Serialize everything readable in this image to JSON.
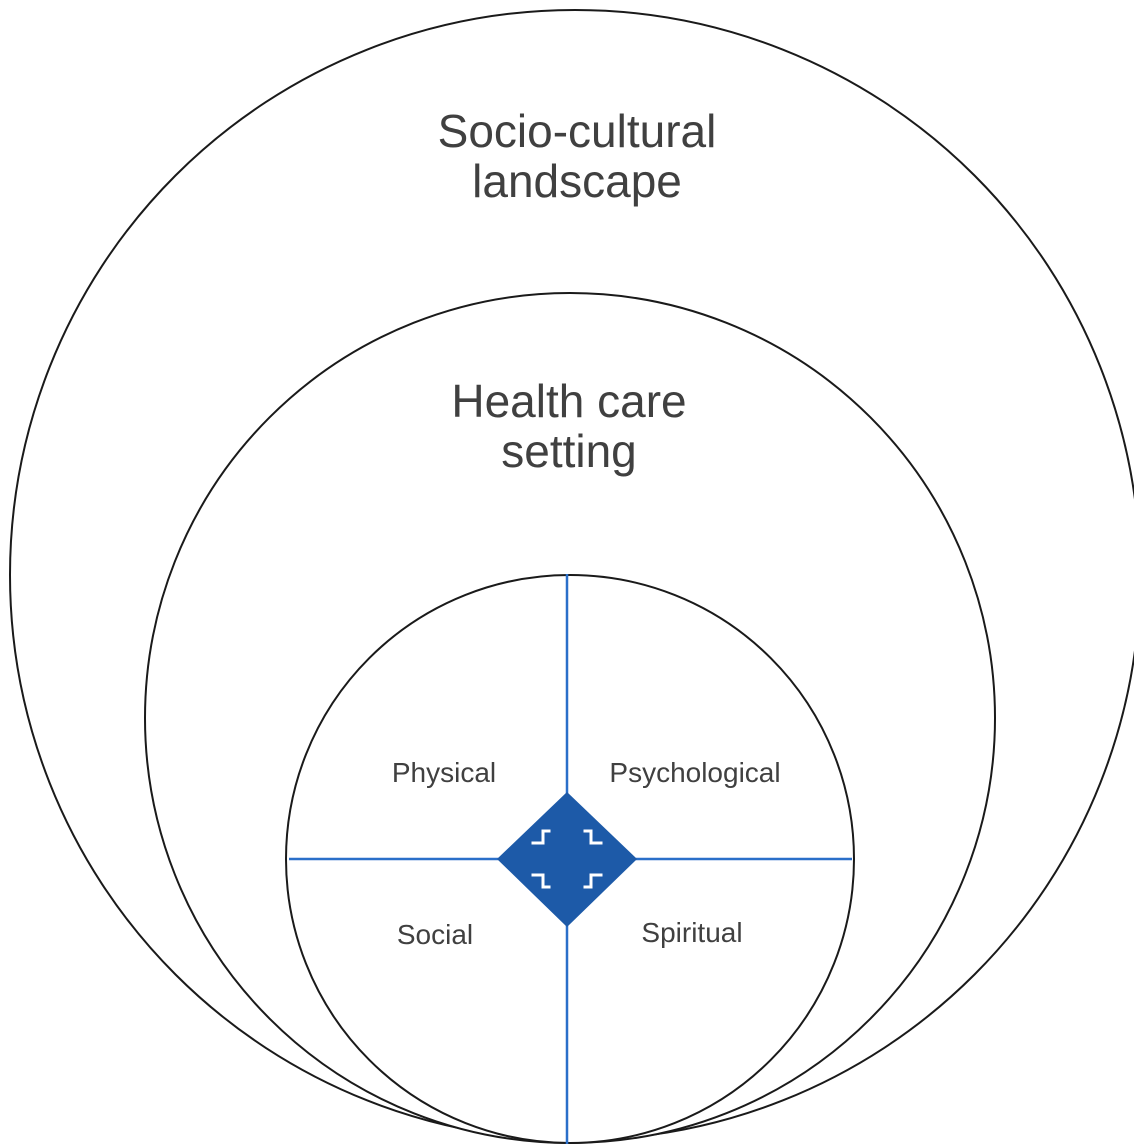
{
  "diagram": {
    "outer_circle": {
      "label_line1": "Socio-cultural",
      "label_line2": "landscape"
    },
    "middle_circle": {
      "label_line1": "Health care",
      "label_line2": "setting"
    },
    "inner_circle": {
      "quadrants": {
        "top_left": "Physical",
        "top_right": "Psychological",
        "bottom_left": "Social",
        "bottom_right": "Spiritual"
      }
    },
    "center_icon": "four-way-arrows-icon",
    "colors": {
      "axis": "#2a6fc9",
      "center_icon": "#1d5aa8",
      "outline": "#1a1a1a",
      "text": "#404040"
    }
  }
}
